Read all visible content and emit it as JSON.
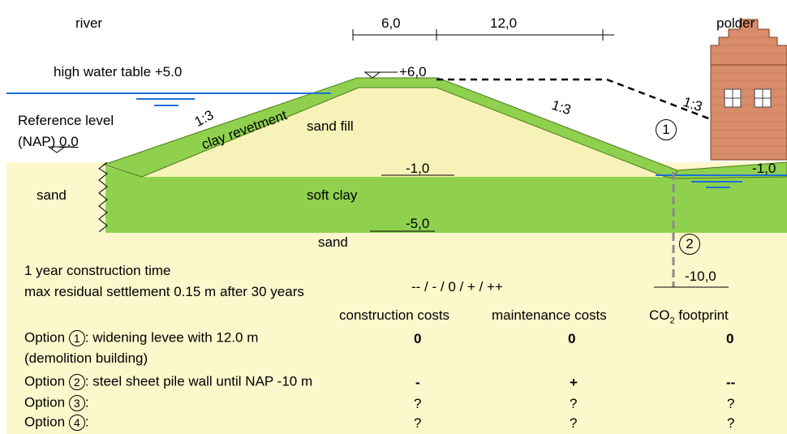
{
  "labels": {
    "river": "river",
    "polder": "polder",
    "dim_left": "6,0",
    "dim_right": "12,0",
    "high_water": "high water  table +5.0",
    "crest_level": "+6,0",
    "reference_level": "Reference level",
    "nap": "(NAP)",
    "nap_value": "0,0",
    "slope_left": "1:3",
    "slope_mid": "1:3",
    "slope_right": "1:3",
    "clay_revetment": "clay revetment",
    "sand_fill": "sand fill",
    "sand_left": "sand",
    "soft_clay": "soft clay",
    "sand_bottom": "sand",
    "level_minus1_mid": "-1,0",
    "level_minus1_right": "-1,0",
    "level_minus5": "-5,0",
    "level_minus10": "-10,0",
    "marker_1": "1",
    "marker_2": "2"
  },
  "requirements": {
    "line1": "1 year construction time",
    "line2": "max residual settlement 0.15 m after 30 years",
    "scale": "-- / - / 0 / + / ++"
  },
  "table": {
    "headers": {
      "construction": "construction costs",
      "maintenance": "maintenance costs",
      "co2_prefix": "CO",
      "co2_sub": "2",
      "co2_suffix": " footprint"
    },
    "rows": [
      {
        "prefix": "Option ",
        "num": "1",
        "text": ": widening levee with 12.0 m",
        "construction": "0",
        "maintenance": "0",
        "co2": "0"
      },
      {
        "prefix": "",
        "num": "",
        "text": "(demolition building)",
        "construction": "",
        "maintenance": "",
        "co2": ""
      },
      {
        "prefix": "Option ",
        "num": "2",
        "text": ": steel sheet pile wall until NAP -10 m",
        "construction": "-",
        "maintenance": "+",
        "co2": "--"
      },
      {
        "prefix": "Option ",
        "num": "3",
        "text": ":",
        "construction": "?",
        "maintenance": "?",
        "co2": "?"
      },
      {
        "prefix": "Option ",
        "num": "4",
        "text": ":",
        "construction": "?",
        "maintenance": "?",
        "co2": "?"
      }
    ]
  },
  "colors": {
    "sand": "#fdf7cc",
    "sand_fill": "#f7f3b8",
    "clay": "#8fd14f",
    "water": "#1f6fd8",
    "brick": "#d98c6a"
  }
}
